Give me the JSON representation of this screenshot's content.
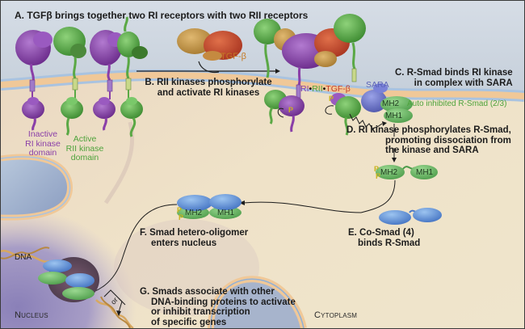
{
  "steps": {
    "A": "A. TGFβ brings together two RI receptors with two RII receptors",
    "B": [
      "B. RII kinases phosphorylate",
      "and activate RI kinases"
    ],
    "C": [
      "C. R-Smad binds RI kinase",
      "in complex with SARA"
    ],
    "D": [
      "D. RI kinase phosphorylates R-Smad,",
      "promoting dissociation from",
      "the kinase and SARA"
    ],
    "E": [
      "E. Co-Smad (4)",
      "binds R-Smad"
    ],
    "F": [
      "F. Smad hetero-oligomer",
      "enters nucleus"
    ],
    "G": [
      "G. Smads associate with other",
      "DNA-binding proteins to activate",
      "or inhibit transcription",
      "of specific genes"
    ]
  },
  "labels": {
    "inactive_ri": [
      "Inactive",
      "RI kinase",
      "domain"
    ],
    "active_rii": [
      "Active",
      "RII kinase",
      "domain"
    ],
    "tgf_beta": "TGF-β",
    "complex_ri": "RI",
    "complex_dot1": "•",
    "complex_rii": "RII",
    "complex_dot2": "•",
    "complex_tgf": "TGF-β",
    "sara": "SARA",
    "auto_inhibited": "Auto inhibited R-Smad (2/3)",
    "mh2": "MH2",
    "mh1": "MH1",
    "phospho": "P",
    "dna": "DNA",
    "or": "or",
    "nucleus": "Nucleus",
    "cytoplasm": "Cytoplasm"
  },
  "colors": {
    "extracellular": "#c9d3de",
    "membrane_blue": "#a9c3e0",
    "membrane_core": "#f0c898",
    "cytoplasm": "#efe0c4",
    "nucleus": "#9b90c0",
    "ri_receptor": "#8a3fa8",
    "rii_receptor": "#5aa845",
    "tgf_gold": "#c99a45",
    "tgf_red": "#c84a30",
    "sara": "#6a72c8",
    "rsmad": "#6fb86a",
    "cosmad": "#5a8fd0",
    "phospho": "#d4b41e"
  }
}
